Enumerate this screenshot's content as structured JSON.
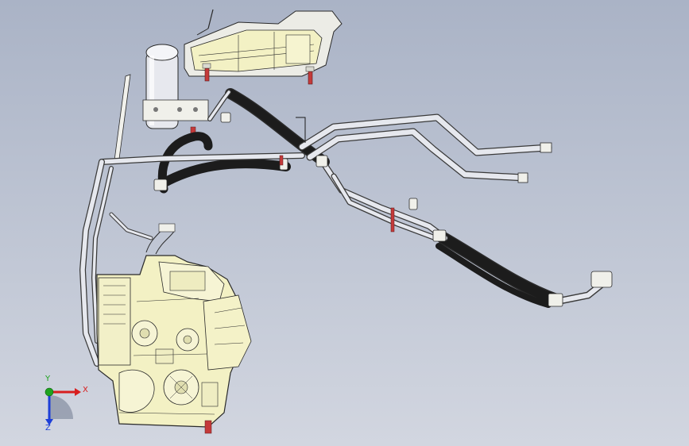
{
  "viewport": {
    "background_top": "#aab3c6",
    "background_bottom": "#d2d6e0"
  },
  "model": {
    "hose_color": "#1c1c1c",
    "tube_color": "#e6e8ee",
    "tube_outline": "#3a3a3a",
    "housing_color": "#f3f1c4",
    "housing_outline": "#2a2a2a",
    "clip_color": "#c43a3a",
    "bracket_color": "#ecece6"
  },
  "triad": {
    "x_label": "X",
    "y_label": "Y",
    "z_label": "Z",
    "x_color": "#d81e1e",
    "y_color": "#1fa31f",
    "z_color": "#1e3fd8"
  }
}
